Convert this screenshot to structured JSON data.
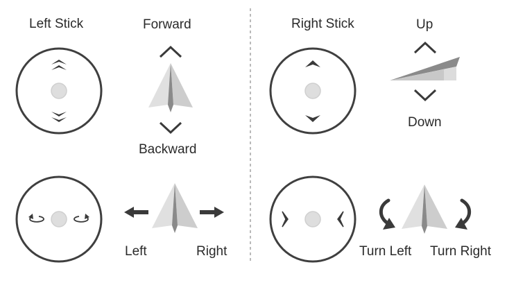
{
  "colors": {
    "stick_ring": "#3f3f3f",
    "stick_dot": "#d4d4d4",
    "arrow": "#3a3a3a",
    "plane_light": "#dcdcdc",
    "plane_mid": "#c4c4c4",
    "plane_dark": "#8a8a8a",
    "divider": "#8c8c8c"
  },
  "icons": [
    "stick-circle",
    "chevron-up-icon",
    "chevron-down-icon",
    "arrow-left-icon",
    "arrow-right-icon",
    "rotate-left-icon",
    "rotate-right-icon",
    "paper-plane-icon"
  ],
  "left_stick": {
    "title": "Left Stick",
    "forward": "Forward",
    "backward": "Backward",
    "left": "Left",
    "right": "Right"
  },
  "right_stick": {
    "title": "Right Stick",
    "up": "Up",
    "down": "Down",
    "turn_left": "Turn Left",
    "turn_right": "Turn Right"
  }
}
